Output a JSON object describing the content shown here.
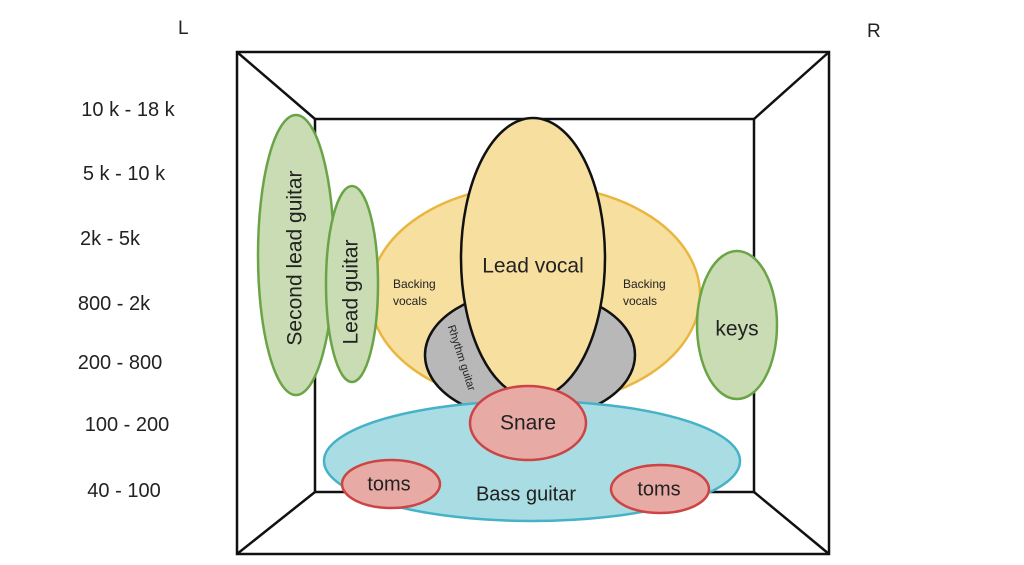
{
  "channels": {
    "left": "L",
    "right": "R"
  },
  "frequency_bands": [
    "10 k - 18 k",
    "5 k - 10 k",
    "2k - 5k",
    "800 - 2k",
    "200 - 800",
    "100 - 200",
    "40 - 100"
  ],
  "instruments": {
    "second_lead_guitar": "Second lead guitar",
    "lead_guitar": "Lead guitar",
    "backing_vocals_left_line1": "Backing",
    "backing_vocals_left_line2": "vocals",
    "backing_vocals_right_line1": "Backing",
    "backing_vocals_right_line2": "vocals",
    "lead_vocal": "Lead vocal",
    "rhythm_guitar": "Rhythm guitar",
    "keys": "keys",
    "snare": "Snare",
    "bass_guitar": "Bass guitar",
    "toms_left": "toms",
    "toms_right": "toms"
  },
  "colors": {
    "green_fill": "#c9dcb3",
    "green_stroke": "#6aa447",
    "yellow_fill": "#f7dfa0",
    "yellow_stroke": "#e9b63f",
    "gray_fill": "#b8b8b8",
    "blue_fill": "#a9dde3",
    "blue_stroke": "#45b2c8",
    "red_fill": "#e8aaa5",
    "red_stroke": "#cc4444",
    "outline": "#111111"
  }
}
